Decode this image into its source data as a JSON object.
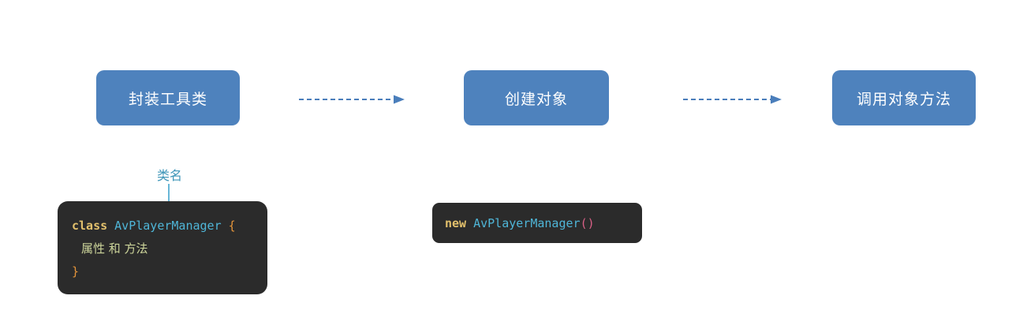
{
  "flow": {
    "steps": [
      {
        "label": "封装工具类"
      },
      {
        "label": "创建对象"
      },
      {
        "label": "调用对象方法"
      }
    ],
    "box_color": "#4e82bd",
    "box_text_color": "#ffffff",
    "arrow_color": "#4a7ebb"
  },
  "annotation": {
    "label": "类名",
    "label_color": "#3d95b8",
    "arrow_color": "#68b7d7"
  },
  "code_blocks": {
    "class_definition": {
      "background": "#2b2b2b",
      "keyword": "class",
      "class_name": "AvPlayerManager",
      "open_brace": "{",
      "body_text": "属性 和 方法",
      "close_brace": "}"
    },
    "instantiation": {
      "background": "#2b2b2b",
      "keyword": "new",
      "class_name": "AvPlayerManager",
      "parens": "()"
    }
  },
  "colors": {
    "keyword": "#e2c06c",
    "class_name": "#4fb6d8",
    "brace": "#e6953a",
    "body_text": "#cdd59b",
    "parens": "#d96086",
    "code_background": "#2b2b2b",
    "page_background": "#ffffff"
  }
}
